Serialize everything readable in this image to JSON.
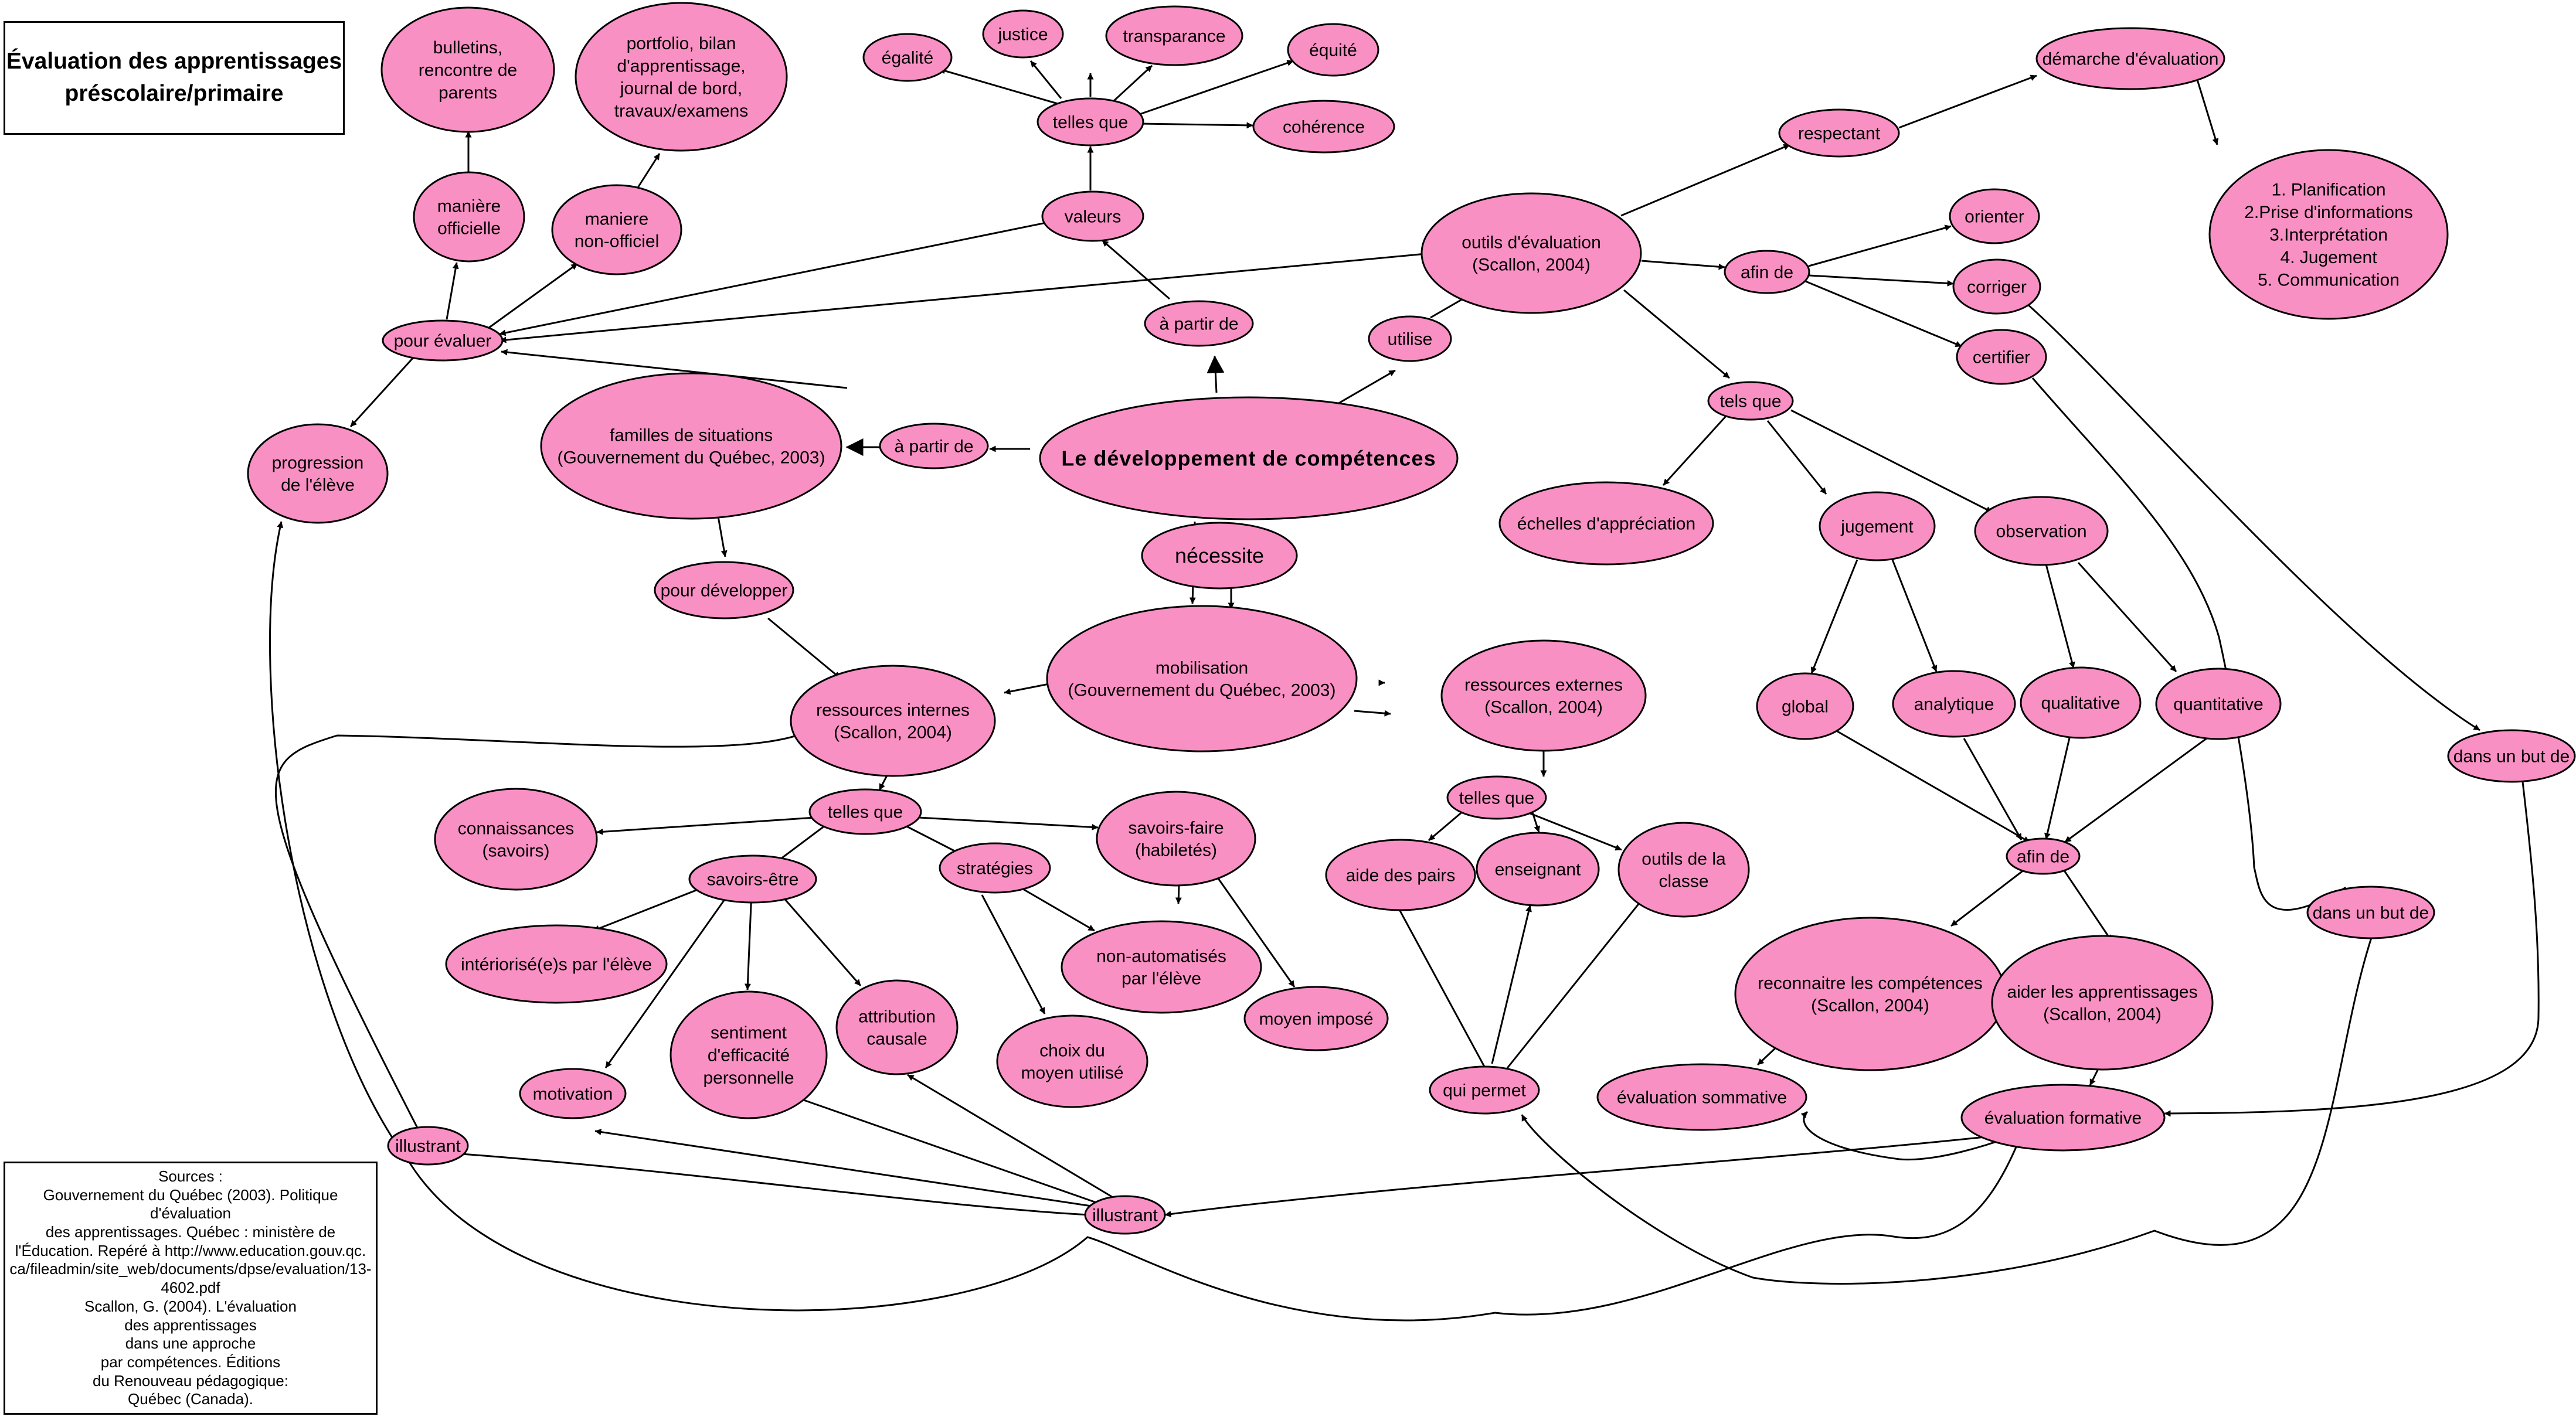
{
  "colors": {
    "node_fill": "#f990c4",
    "node_stroke": "#000000",
    "line": "#000000"
  },
  "title": "Évaluation des apprentissages\npréscolaire/primaire",
  "sources": "Sources :\nGouvernement du Québec (2003). Politique d'évaluation\ndes apprentissages. Québec : ministère de\nl'Éducation. Repéré à http://www.education.gouv.qc.\nca/fileadmin/site_web/documents/dpse/evaluation/13-\n4602.pdf\nScallon, G. (2004). L'évaluation\ndes apprentissages\ndans une approche\npar compétences. Éditions\ndu Renouveau pédagogique:\nQuébec (Canada).",
  "nodes": {
    "central": "Le développement de compétences",
    "necessite": "nécessite",
    "mobilisation": "mobilisation\n(Gouvernement du Québec, 2003)",
    "ressources_internes": "ressources internes\n(Scallon, 2004)",
    "ressources_externes": "ressources externes\n(Scallon, 2004)",
    "a_partir_de_1": "à partir de",
    "a_partir_de_2": "à partir de",
    "familles": "familles de situations\n(Gouvernement du Québec, 2003)",
    "pour_developper": "pour développer",
    "pour_evaluer": "pour évaluer",
    "progression": "progression\nde l'élève",
    "maniere_officielle": "manière\nofficielle",
    "maniere_non_officiel": "maniere\nnon-officiel",
    "bulletins": "bulletins,\nrencontre de\nparents",
    "portfolio": "portfolio, bilan\nd'apprentissage,\njournal de bord,\ntravaux/examens",
    "valeurs": "valeurs",
    "telles_que_valeurs": "telles que",
    "egalite": "égalité",
    "justice": "justice",
    "transparance": "transparance",
    "equite": "équité",
    "coherence": "cohérence",
    "utilise": "utilise",
    "outils_evaluation": "outils d'évaluation\n(Scallon, 2004)",
    "respectant": "respectant",
    "demarche": "démarche d'évaluation",
    "etapes": "1. Planification\n2.Prise d'informations\n3.Interprétation\n4. Jugement\n5. Communication",
    "afin_de_outils": "afin de",
    "orienter": "orienter",
    "corriger": "corriger",
    "certifier": "certifier",
    "tels_que": "tels que",
    "echelles": "échelles d'appréciation",
    "jugement": "jugement",
    "observation": "observation",
    "global": "global",
    "analytique": "analytique",
    "qualitative": "qualitative",
    "quantitative": "quantitative",
    "afin_de_eval": "afin de",
    "reconnaitre": "reconnaitre les compétences\n(Scallon, 2004)",
    "aider": "aider les apprentissages\n(Scallon, 2004)",
    "eval_sommative": "évaluation sommative",
    "eval_formative": "évaluation formative",
    "dans_un_but_de_1": "dans un but de",
    "dans_un_but_de_2": "dans un but de",
    "telles_que_ri": "telles que",
    "connaissances": "connaissances\n(savoirs)",
    "savoirs_etre": "savoirs-être",
    "strategies": "stratégies",
    "savoirs_faire": "savoirs-faire\n(habiletés)",
    "interiorise": "intériorisé(e)s par l'élève",
    "non_automatises": "non-automatisés\npar l'élève",
    "moyen_impose": "moyen imposé",
    "choix_moyen": "choix du\nmoyen utilisé",
    "motivation": "motivation",
    "sentiment": "sentiment\nd'efficacité\npersonnelle",
    "attribution": "attribution\ncausale",
    "telles_que_re": "telles que",
    "aide_pairs": "aide des pairs",
    "enseignant": "enseignant",
    "outils_classe": "outils de la\nclasse",
    "qui_permet": "qui permet",
    "illustrant_1": "illustrant",
    "illustrant_2": "illustrant"
  }
}
